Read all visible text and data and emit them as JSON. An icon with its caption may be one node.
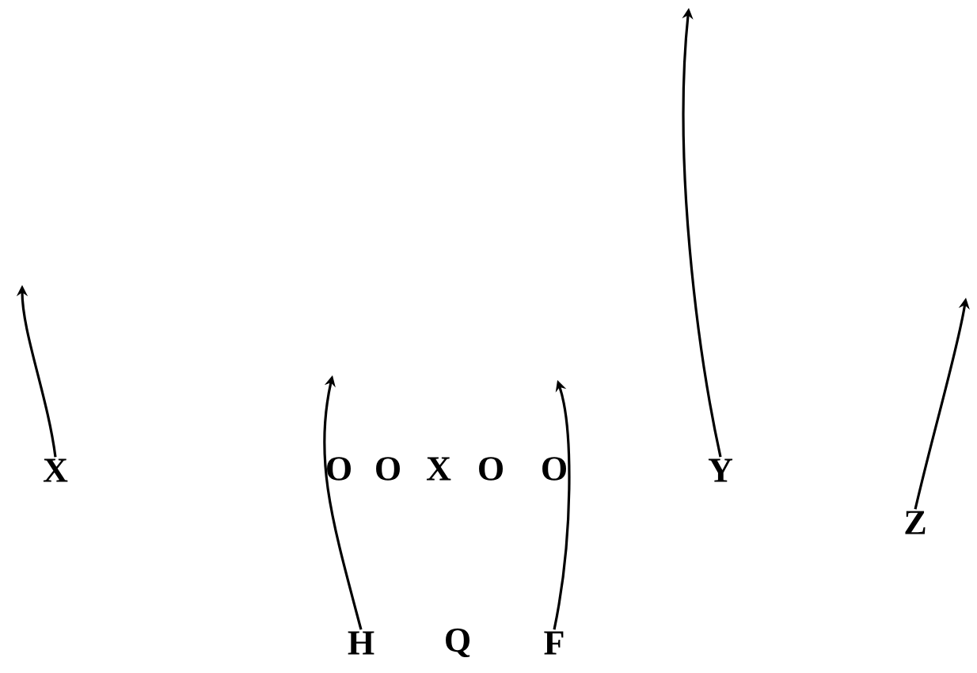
{
  "diagram": {
    "nodes": [
      {
        "text": [
          "X"
        ]
      },
      {
        "text": [
          "O"
        ]
      },
      {
        "text": [
          "O"
        ]
      },
      {
        "text": [
          "X"
        ]
      },
      {
        "text": [
          "O"
        ]
      },
      {
        "text": [
          "O"
        ]
      },
      {
        "text": [
          "Y"
        ]
      },
      {
        "text": [
          "Z"
        ]
      },
      {
        "text": [
          "H"
        ]
      },
      {
        "text": [
          "Q"
        ]
      },
      {
        "text": [
          "F"
        ]
      }
    ],
    "edges": [
      {
        "from": 0,
        "to": null,
        "arrow": "to"
      },
      {
        "from": 8,
        "to": null,
        "arrow": "to"
      },
      {
        "from": 10,
        "to": null,
        "arrow": "to"
      },
      {
        "from": 6,
        "to": null,
        "arrow": "to"
      },
      {
        "from": 7,
        "to": null,
        "arrow": "to"
      }
    ]
  }
}
